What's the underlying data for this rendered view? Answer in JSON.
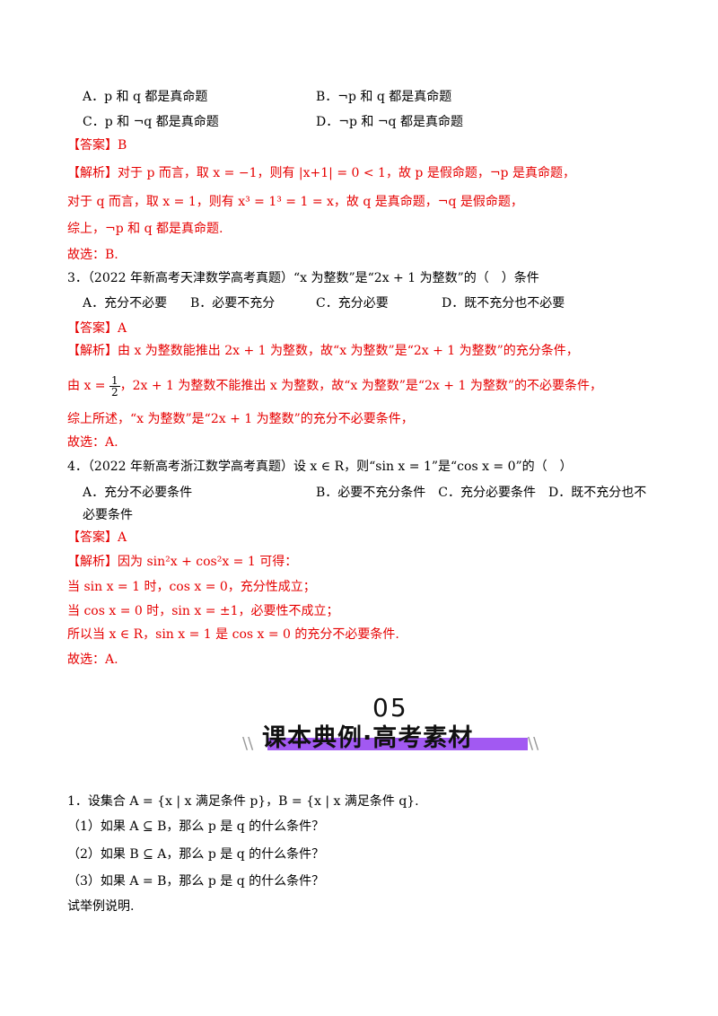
{
  "q2": {
    "opt_a": "A．p 和 q 都是真命题",
    "opt_b": "B．¬p 和 q 都是真命题",
    "opt_c": "C．p 和 ¬q 都是真命题",
    "opt_d": "D．¬p 和 ¬q 都是真命题",
    "answer_tag": "【答案】",
    "answer": "B",
    "analysis_tag": "【解析】",
    "analysis_1": "对于 p 而言，取 x = −1，则有 |x+1| = 0 < 1，故 p 是假命题，¬p 是真命题，",
    "analysis_2": "对于 q 而言，取 x = 1，则有 x³ = 1³ = 1 = x，故 q 是真命题，¬q 是假命题，",
    "analysis_3": "综上，¬p 和 q 都是真命题.",
    "select": "故选：B."
  },
  "q3": {
    "stem": "3．（2022 年新高考天津数学高考真题）“x 为整数”是“2x + 1 为整数”的（　）条件",
    "opt_a": "A．充分不必要",
    "opt_b": "B．必要不充分",
    "opt_c": "C．充分必要",
    "opt_d": "D．既不充分也不必要",
    "answer_tag": "【答案】",
    "answer": "A",
    "analysis_tag": "【解析】",
    "analysis_1": "由 x 为整数能推出 2x + 1 为整数，故“x 为整数”是“2x + 1 为整数”的充分条件，",
    "analysis_2_pre": "由 x =",
    "frac_num": "1",
    "frac_den": "2",
    "analysis_2_post": "，2x + 1 为整数不能推出 x 为整数，故“x 为整数”是“2x + 1 为整数”的不必要条件，",
    "analysis_3": "综上所述，“x 为整数”是“2x + 1 为整数”的充分不必要条件，",
    "select": "故选：A."
  },
  "q4": {
    "stem": "4．（2022 年新高考浙江数学高考真题）设 x ∈ R，则“sin x = 1”是“cos x = 0”的（　）",
    "opt_a": "A．充分不必要条件",
    "opt_bcd": "B．必要不充分条件　C．充分必要条件　D．既不充分也不",
    "opt_wrap": "必要条件",
    "answer_tag": "【答案】",
    "answer": "A",
    "analysis_tag": "【解析】",
    "analysis_1": "因为 sin²x + cos²x = 1 可得：",
    "analysis_2": "当 sin x = 1 时，cos x = 0，充分性成立；",
    "analysis_3": "当 cos x = 0 时，sin x = ±1，必要性不成立；",
    "analysis_4": "所以当 x ∈ R，sin x = 1 是 cos x = 0 的充分不必要条件.",
    "select": "故选：A."
  },
  "banner": {
    "number": "05",
    "title": "课本典例·高考素材",
    "slash": "\\\\"
  },
  "ex1": {
    "stem": "1．设集合 A = {x | x 满足条件 p}，B = {x | x 满足条件 q}.",
    "part1": "（1）如果 A ⊆ B，那么 p 是 q 的什么条件？",
    "part2": "（2）如果 B ⊆ A，那么 p 是 q 的什么条件？",
    "part3": "（3）如果 A = B，那么 p 是 q 的什么条件？",
    "note": "试举例说明."
  },
  "colors": {
    "answer_red": "#e60000",
    "banner_purple": "#a259f2"
  }
}
